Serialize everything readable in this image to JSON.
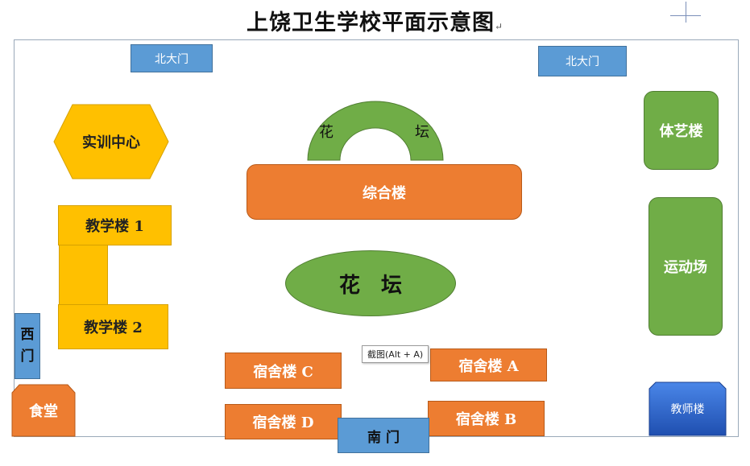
{
  "title": "上饶卫生学校平面示意图",
  "buildings": {
    "north_gate_left": "北大门",
    "north_gate_right": "北大门",
    "training_center": "实训中心",
    "teaching_1": "教学楼 1",
    "teaching_2": "教学楼 2",
    "west_gate": [
      "西",
      "门"
    ],
    "canteen": "食堂",
    "arch_flower_left": "花",
    "arch_flower_right": "坛",
    "complex": "综合楼",
    "flower_bed": "花　坛",
    "sports_art": "体艺楼",
    "playground": "运动场",
    "teacher_bldg": "教师楼",
    "dorm_a": "宿舍楼 A",
    "dorm_b": "宿舍楼 B",
    "dorm_c": "宿舍楼 C",
    "dorm_d": "宿舍楼 D",
    "south_gate": "南 门"
  },
  "tooltip": "截图(Alt + A)",
  "colors": {
    "blue": "#5b9bd5",
    "orange": "#ed7d31",
    "yellow": "#ffc000",
    "green": "#70ad47",
    "teacher_blue": "#2e65c8"
  }
}
